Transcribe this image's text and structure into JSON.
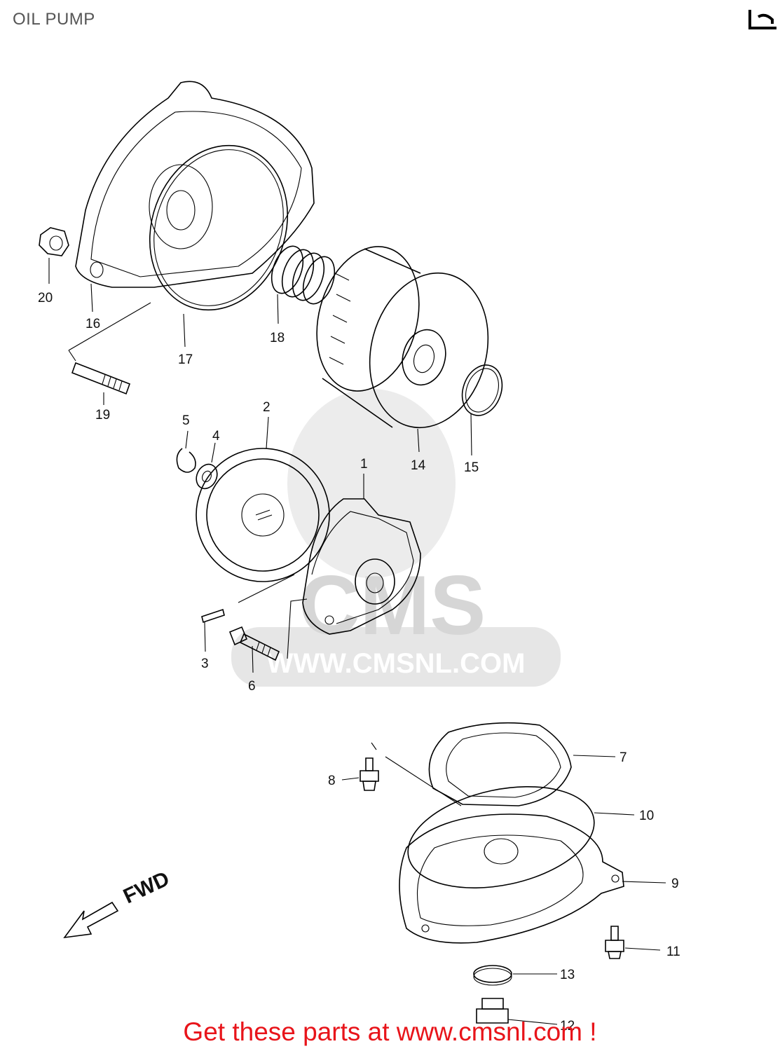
{
  "title": "OIL PUMP",
  "watermark": {
    "brand": "CMS",
    "url": "WWW.CMSNL.COM"
  },
  "fwd_label": "FWD",
  "parts": [
    {
      "number": "1"
    },
    {
      "number": "2"
    },
    {
      "number": "3"
    },
    {
      "number": "4"
    },
    {
      "number": "5"
    },
    {
      "number": "6"
    },
    {
      "number": "7"
    },
    {
      "number": "8"
    },
    {
      "number": "9"
    },
    {
      "number": "10"
    },
    {
      "number": "11"
    },
    {
      "number": "12"
    },
    {
      "number": "13"
    },
    {
      "number": "14"
    },
    {
      "number": "15"
    },
    {
      "number": "16"
    },
    {
      "number": "17"
    },
    {
      "number": "18"
    },
    {
      "number": "19"
    },
    {
      "number": "20"
    }
  ],
  "cta": "Get these parts at www.cmsnl.com !",
  "colors": {
    "cta": "#e8141a",
    "watermark": "#dcdcdc",
    "line": "#000000"
  }
}
